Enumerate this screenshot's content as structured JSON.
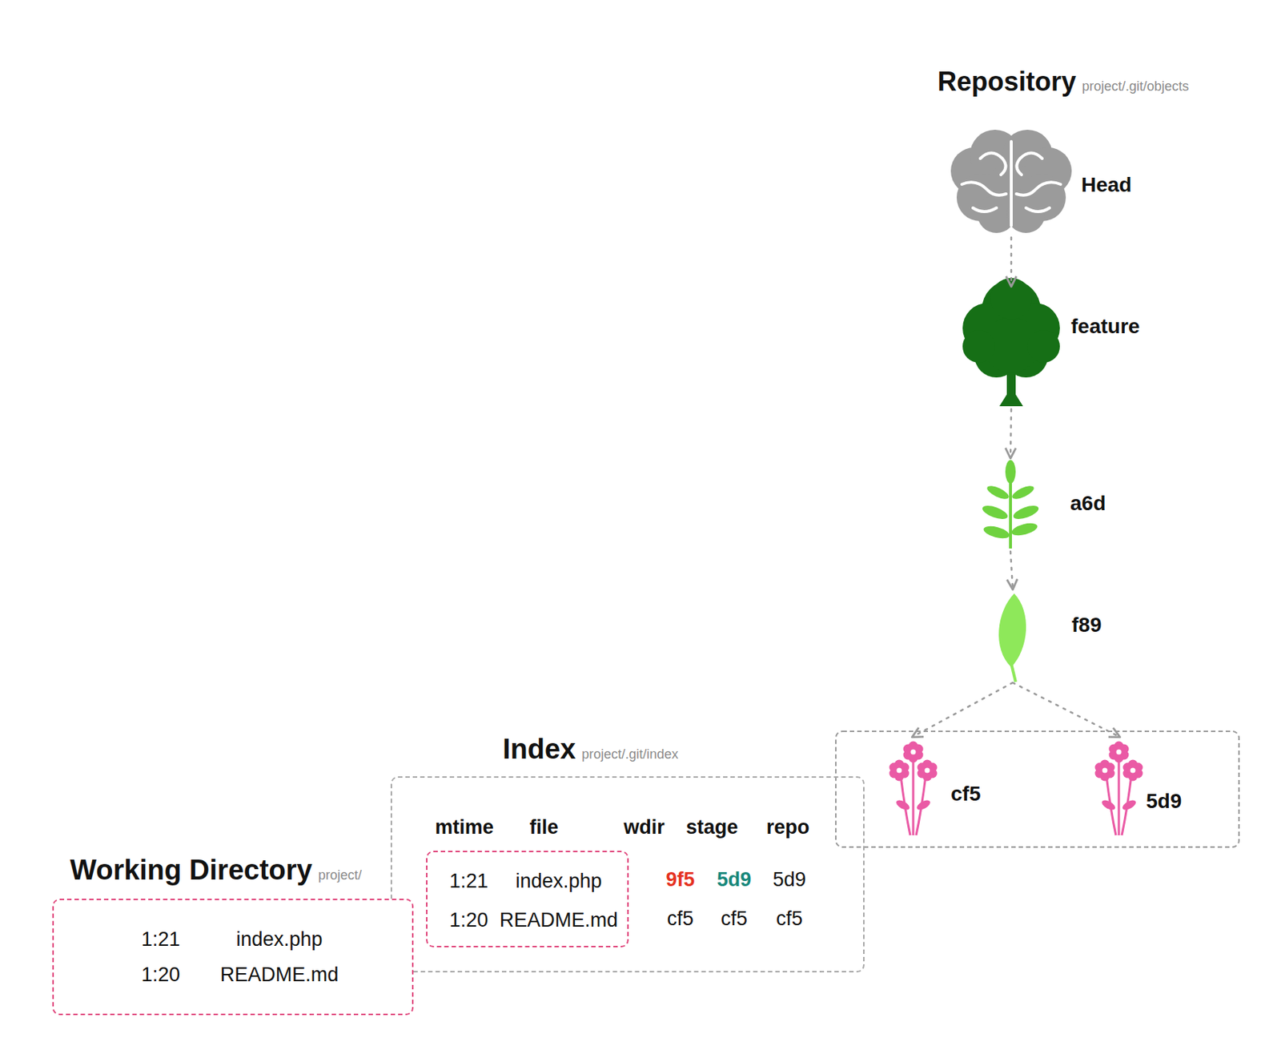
{
  "diagram": {
    "nodes": [
      {
        "text": [
          "Head"
        ]
      },
      {
        "text": [
          "feature"
        ]
      },
      {
        "text": [
          "a6d"
        ]
      },
      {
        "text": [
          "f89"
        ]
      },
      {
        "text": [
          "cf5"
        ]
      },
      {
        "text": [
          "5d9"
        ]
      },
      {
        "text": [
          "Index",
          "project/.git/index",
          "mtime",
          "file",
          "wdir",
          "stage",
          "repo",
          "9f5",
          "5d9",
          "5d9",
          "cf5",
          "cf5",
          "cf5"
        ]
      },
      {
        "text": [
          "1:21",
          "index.php",
          "1:20",
          "README.md"
        ],
        "in": 6
      },
      {
        "text": [
          "Working Directory",
          "project/",
          "1:21",
          "index.php",
          "1:20",
          "README.md"
        ]
      }
    ],
    "edges": [
      {
        "from": 0,
        "to": 1,
        "arrow": "to"
      },
      {
        "from": 1,
        "to": 2,
        "arrow": "to"
      },
      {
        "from": 2,
        "to": 3,
        "arrow": "to"
      },
      {
        "from": 3,
        "to": 4,
        "arrow": "to"
      },
      {
        "from": 3,
        "to": 5,
        "arrow": "to"
      }
    ],
    "labels": [
      "Repository",
      "project/.git/objects"
    ]
  }
}
